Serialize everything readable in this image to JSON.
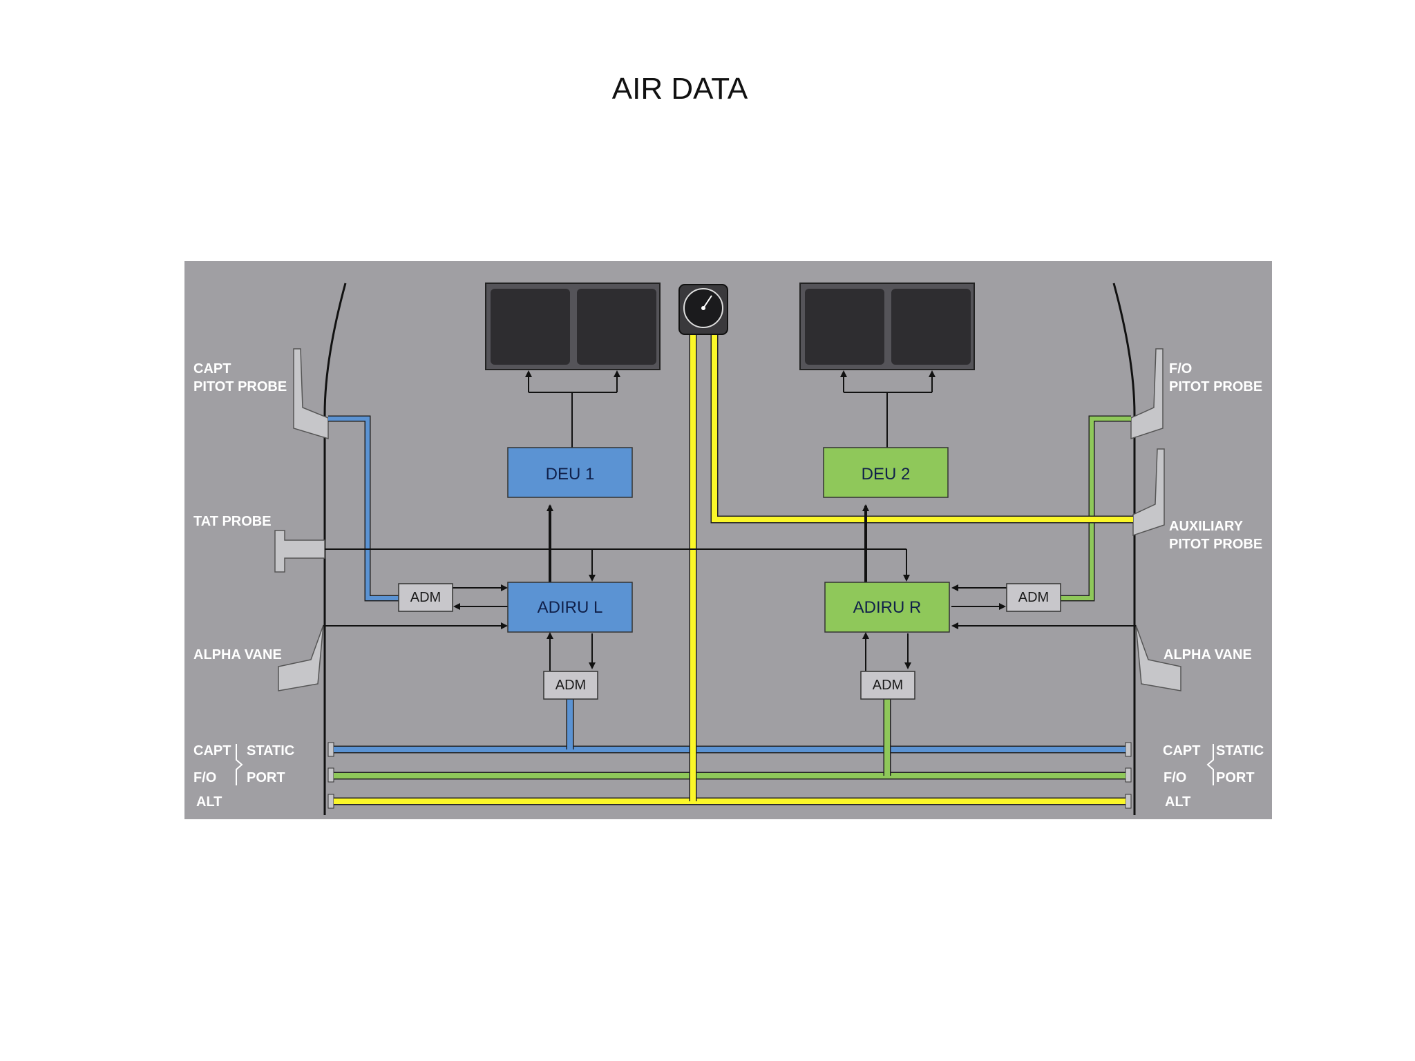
{
  "title": "AIR DATA",
  "labels": {
    "capt_pitot": [
      "CAPT",
      "PITOT PROBE"
    ],
    "tat_probe": "TAT PROBE",
    "alpha_vane_left": "ALPHA VANE",
    "fo_pitot": [
      "F/O",
      "PITOT PROBE"
    ],
    "aux_pitot": [
      "AUXILIARY",
      "PITOT PROBE"
    ],
    "alpha_vane_right": "ALPHA VANE",
    "static_left": {
      "capt": "CAPT",
      "fo": "F/O",
      "alt": "ALT",
      "static": "STATIC",
      "port": "PORT"
    },
    "static_right": {
      "capt": "CAPT",
      "fo": "F/O",
      "alt": "ALT",
      "static": "STATIC",
      "port": "PORT"
    }
  },
  "boxes": {
    "deu1": "DEU 1",
    "deu2": "DEU 2",
    "adiru_l": "ADIRU L",
    "adiru_r": "ADIRU R",
    "adm_left_side": "ADM",
    "adm_left_bottom": "ADM",
    "adm_right_side": "ADM",
    "adm_right_bottom": "ADM"
  },
  "colors": {
    "background": "#a09fa3",
    "captain_system": "#5b93d3",
    "first_officer_system": "#8fc85a",
    "alternate_system": "#fbf729",
    "display": "#2e2d30"
  }
}
